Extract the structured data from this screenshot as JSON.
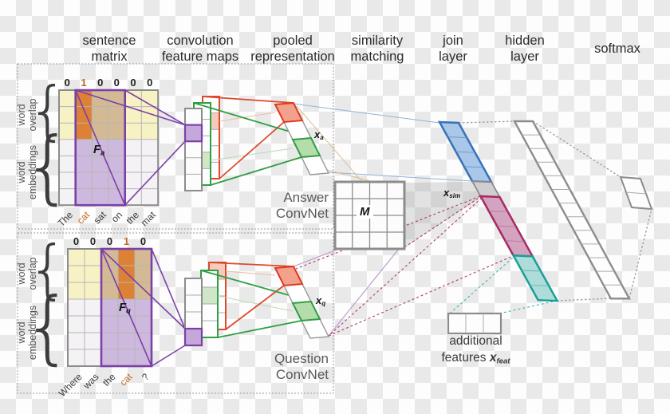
{
  "headers": [
    {
      "label": "sentence\nmatrix"
    },
    {
      "label": "convolution\nfeature maps"
    },
    {
      "label": "pooled\nrepresentation"
    },
    {
      "label": "similarity\nmatching"
    },
    {
      "label": "join\nlayer"
    },
    {
      "label": "hidden\nlayer"
    },
    {
      "label": "softmax"
    }
  ],
  "axis_labels": {
    "word": "word",
    "overlap": "overlap",
    "embeddings": "embeddings"
  },
  "answer": {
    "convnet": "Answer\nConvNet",
    "binary": [
      "0",
      "1",
      "0",
      "0",
      "0",
      "0"
    ],
    "words": [
      "The",
      "cat",
      "sat",
      "on",
      "the",
      "mat"
    ],
    "highlighted_word": "cat",
    "matrix_label": {
      "base": "F",
      "sub": "a"
    },
    "pooled_label": {
      "base": "x",
      "sub": "a"
    }
  },
  "question": {
    "convnet": "Question\nConvNet",
    "binary": [
      "0",
      "0",
      "0",
      "1",
      "0"
    ],
    "words": [
      "Where",
      "was",
      "the",
      "cat",
      "?"
    ],
    "highlighted_word": "cat",
    "matrix_label": {
      "base": "F",
      "sub": "q"
    },
    "pooled_label": {
      "base": "x",
      "sub": "q"
    }
  },
  "similarity": {
    "matrix_label": "M",
    "sim_label": {
      "base": "x",
      "sub": "sim"
    }
  },
  "additional_features": {
    "line1": "additional",
    "line2": "features",
    "label": {
      "base": "x",
      "sub": "feat"
    }
  },
  "icons": {
    "brace": "{"
  },
  "colors": {
    "overlap_yellow": "#f7f2c4",
    "match_orange": "#dd8136",
    "window_tan": "#d4ba94",
    "window_purple_fill": "#cdb9dd",
    "window_purple_border": "#7b3fa8",
    "conv_red": "#dd4a2b",
    "conv_green": "#2f9e44",
    "pooled_red_fill": "#f2a18d",
    "pooled_green_fill": "#b5dcab",
    "join_blue_fill": "#a9c7e8",
    "join_blue_border": "#3672b9",
    "join_pink_fill": "#d4a3bf",
    "join_pink_border": "#a62a63",
    "join_teal_fill": "#aedcd8",
    "join_teal_border": "#1a9e9a",
    "grid_gray": "#8c8c8c",
    "highlight_text": "#c06a1f",
    "checker_light": "#fdfdfd",
    "checker_dark": "#e9e9e9"
  }
}
